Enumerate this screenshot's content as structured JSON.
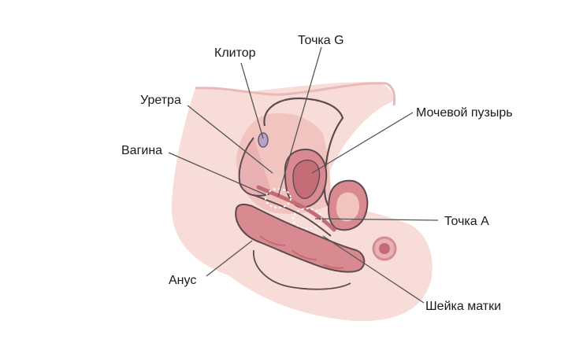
{
  "labels": {
    "clitoris": "Клитор",
    "g_spot": "Точка G",
    "urethra": "Уретра",
    "bladder": "Мочевой пузырь",
    "vagina": "Вагина",
    "a_spot": "Точка A",
    "anus": "Анус",
    "cervix": "Шейка матки"
  },
  "colors": {
    "body_light": "#f7dcd8",
    "body_mid": "#f1c4c0",
    "tissue": "#e9b1b2",
    "organ": "#d98a90",
    "organ_dark": "#c56d77",
    "outline": "#5e4a4e",
    "clitoris": "#b9a1c9",
    "leader": "#555555"
  }
}
